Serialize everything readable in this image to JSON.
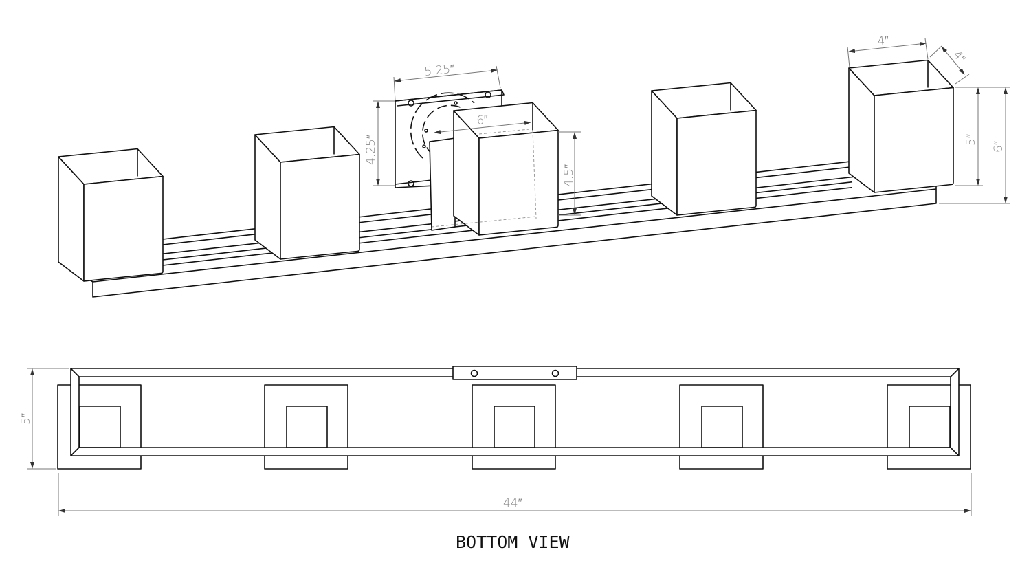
{
  "isometric_view": {
    "dimensions": {
      "plate_width": "5.25″",
      "plate_height": "4.25″",
      "center_shade_depth": "6″",
      "center_shade_height": "4.5″",
      "shade_width": "4″",
      "shade_depth": "4″",
      "shade_height": "5″",
      "overall_height": "6″"
    }
  },
  "bottom_view": {
    "title": "BOTTOM VIEW",
    "dimensions": {
      "depth": "5″",
      "overall_width": "44″"
    }
  }
}
